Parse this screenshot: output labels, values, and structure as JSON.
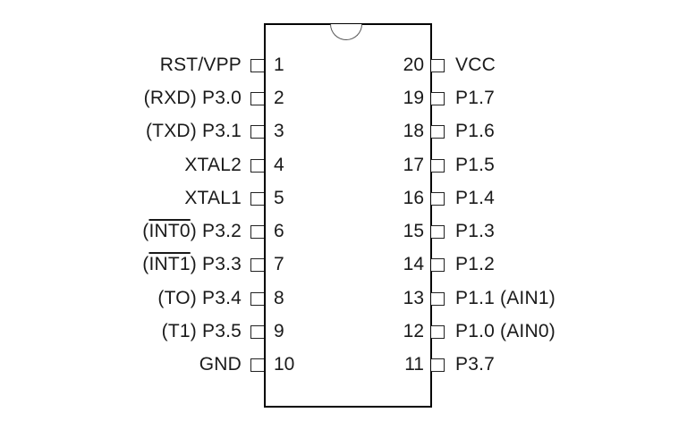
{
  "diagram": {
    "type": "ic-pinout",
    "package": "DIP-20",
    "left_pins": [
      {
        "number": "1",
        "label_prefix": "",
        "label_overline": "",
        "label_suffix": "RST/VPP"
      },
      {
        "number": "2",
        "label_prefix": "(RXD) ",
        "label_overline": "",
        "label_suffix": "P3.0"
      },
      {
        "number": "3",
        "label_prefix": "(TXD) ",
        "label_overline": "",
        "label_suffix": "P3.1"
      },
      {
        "number": "4",
        "label_prefix": "",
        "label_overline": "",
        "label_suffix": "XTAL2"
      },
      {
        "number": "5",
        "label_prefix": "",
        "label_overline": "",
        "label_suffix": "XTAL1"
      },
      {
        "number": "6",
        "label_prefix": "(",
        "label_overline": "INT0",
        "label_suffix": ") P3.2"
      },
      {
        "number": "7",
        "label_prefix": "(",
        "label_overline": "INT1",
        "label_suffix": ") P3.3"
      },
      {
        "number": "8",
        "label_prefix": "(TO) ",
        "label_overline": "",
        "label_suffix": "P3.4"
      },
      {
        "number": "9",
        "label_prefix": "(T1) ",
        "label_overline": "",
        "label_suffix": "P3.5"
      },
      {
        "number": "10",
        "label_prefix": "",
        "label_overline": "",
        "label_suffix": "GND"
      }
    ],
    "right_pins": [
      {
        "number": "20",
        "label": "VCC"
      },
      {
        "number": "19",
        "label": "P1.7"
      },
      {
        "number": "18",
        "label": "P1.6"
      },
      {
        "number": "17",
        "label": "P1.5"
      },
      {
        "number": "16",
        "label": "P1.4"
      },
      {
        "number": "15",
        "label": "P1.3"
      },
      {
        "number": "14",
        "label": "P1.2"
      },
      {
        "number": "13",
        "label": "P1.1 (AIN1)"
      },
      {
        "number": "12",
        "label": "P1.0 (AIN0)"
      },
      {
        "number": "11",
        "label": "P3.7"
      }
    ],
    "colors": {
      "outline": "#000000",
      "text": "#1a1a1a",
      "background": "#ffffff"
    }
  }
}
